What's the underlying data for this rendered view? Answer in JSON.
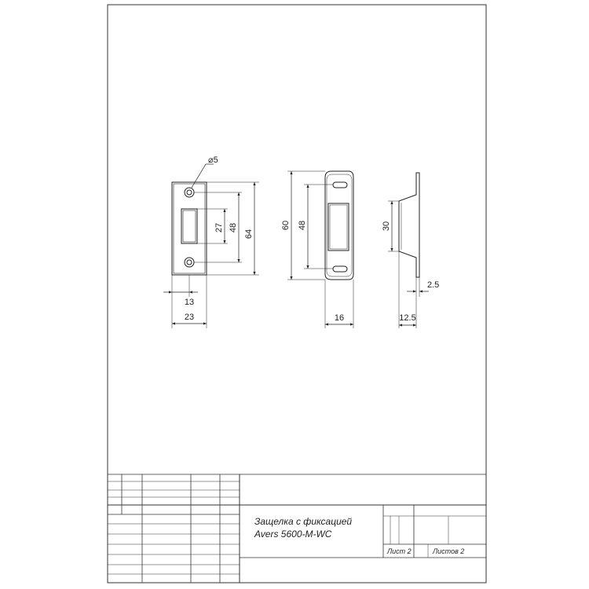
{
  "drawing": {
    "hole_label": "⌀5",
    "front_view": {
      "dims": {
        "d27": "27",
        "d48": "48",
        "d64": "64",
        "d13": "13",
        "d23": "23"
      }
    },
    "back_view": {
      "dims": {
        "d60": "60",
        "d48": "48",
        "d16": "16"
      }
    },
    "side_view": {
      "dims": {
        "d30": "30",
        "d25": "2.5",
        "d125": "12.5"
      }
    }
  },
  "title_block": {
    "name_line1": "Защелка с фиксацией",
    "name_line2": "Avers 5600-M-WC",
    "sheet_label": "Лист 2",
    "sheets_label": "Листов 2"
  },
  "colors": {
    "line": "#222222",
    "background": "#ffffff"
  }
}
